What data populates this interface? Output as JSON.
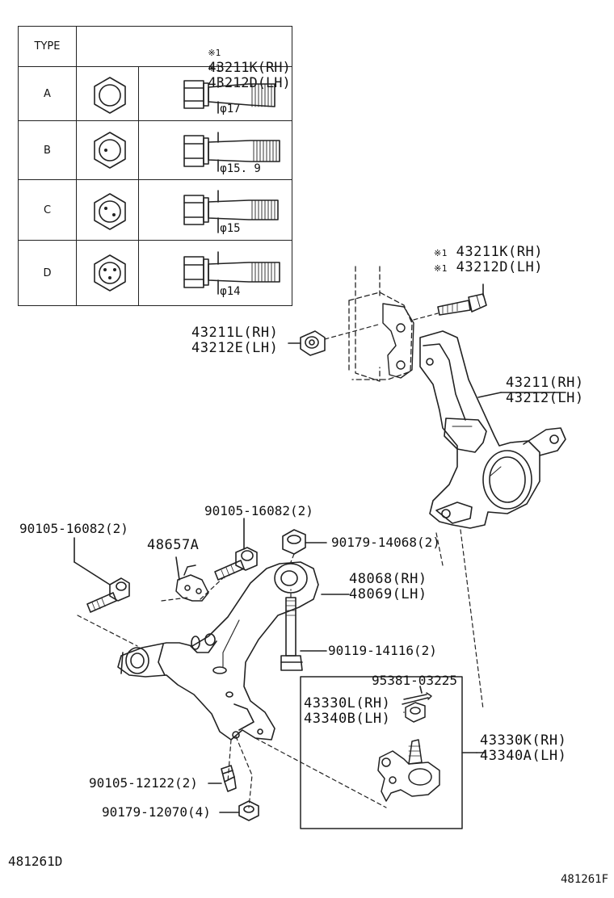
{
  "type_table": {
    "header_type": "TYPE",
    "header_mark": "※1",
    "header_part_rh": "43211K(RH)",
    "header_part_lh": "43212D(LH)",
    "rows": [
      {
        "type": "A",
        "diameter": "φ17"
      },
      {
        "type": "B",
        "diameter": "φ15. 9"
      },
      {
        "type": "C",
        "diameter": "φ15"
      },
      {
        "type": "D",
        "diameter": "φ14"
      }
    ]
  },
  "callouts": {
    "bolt_mark": "※1",
    "bolt_rh": "43211K(RH)",
    "bolt_lh": "43212D(LH)",
    "nut_rh": "43211L(RH)",
    "nut_lh": "43212E(LH)",
    "knuckle_rh": "43211(RH)",
    "knuckle_lh": "43212(LH)",
    "bolt_upper_left": "90105-16082(2)",
    "bolt_upper_mid": "90105-16082(2)",
    "bracket": "48657A",
    "nut_upper": "90179-14068(2)",
    "bushing_rh": "48068(RH)",
    "bushing_lh": "48069(LH)",
    "bolt_vertical": "90119-14116(2)",
    "cotter_pin": "95381-03225",
    "ball_nut_rh": "43330L(RH)",
    "ball_nut_lh": "43340B(LH)",
    "ball_joint_rh": "43330K(RH)",
    "ball_joint_lh": "43340A(LH)",
    "bolt_lower": "90105-12122(2)",
    "nut_lower": "90179-12070(4)"
  },
  "footer": {
    "left_code": "481261D",
    "right_code": "481261F"
  }
}
